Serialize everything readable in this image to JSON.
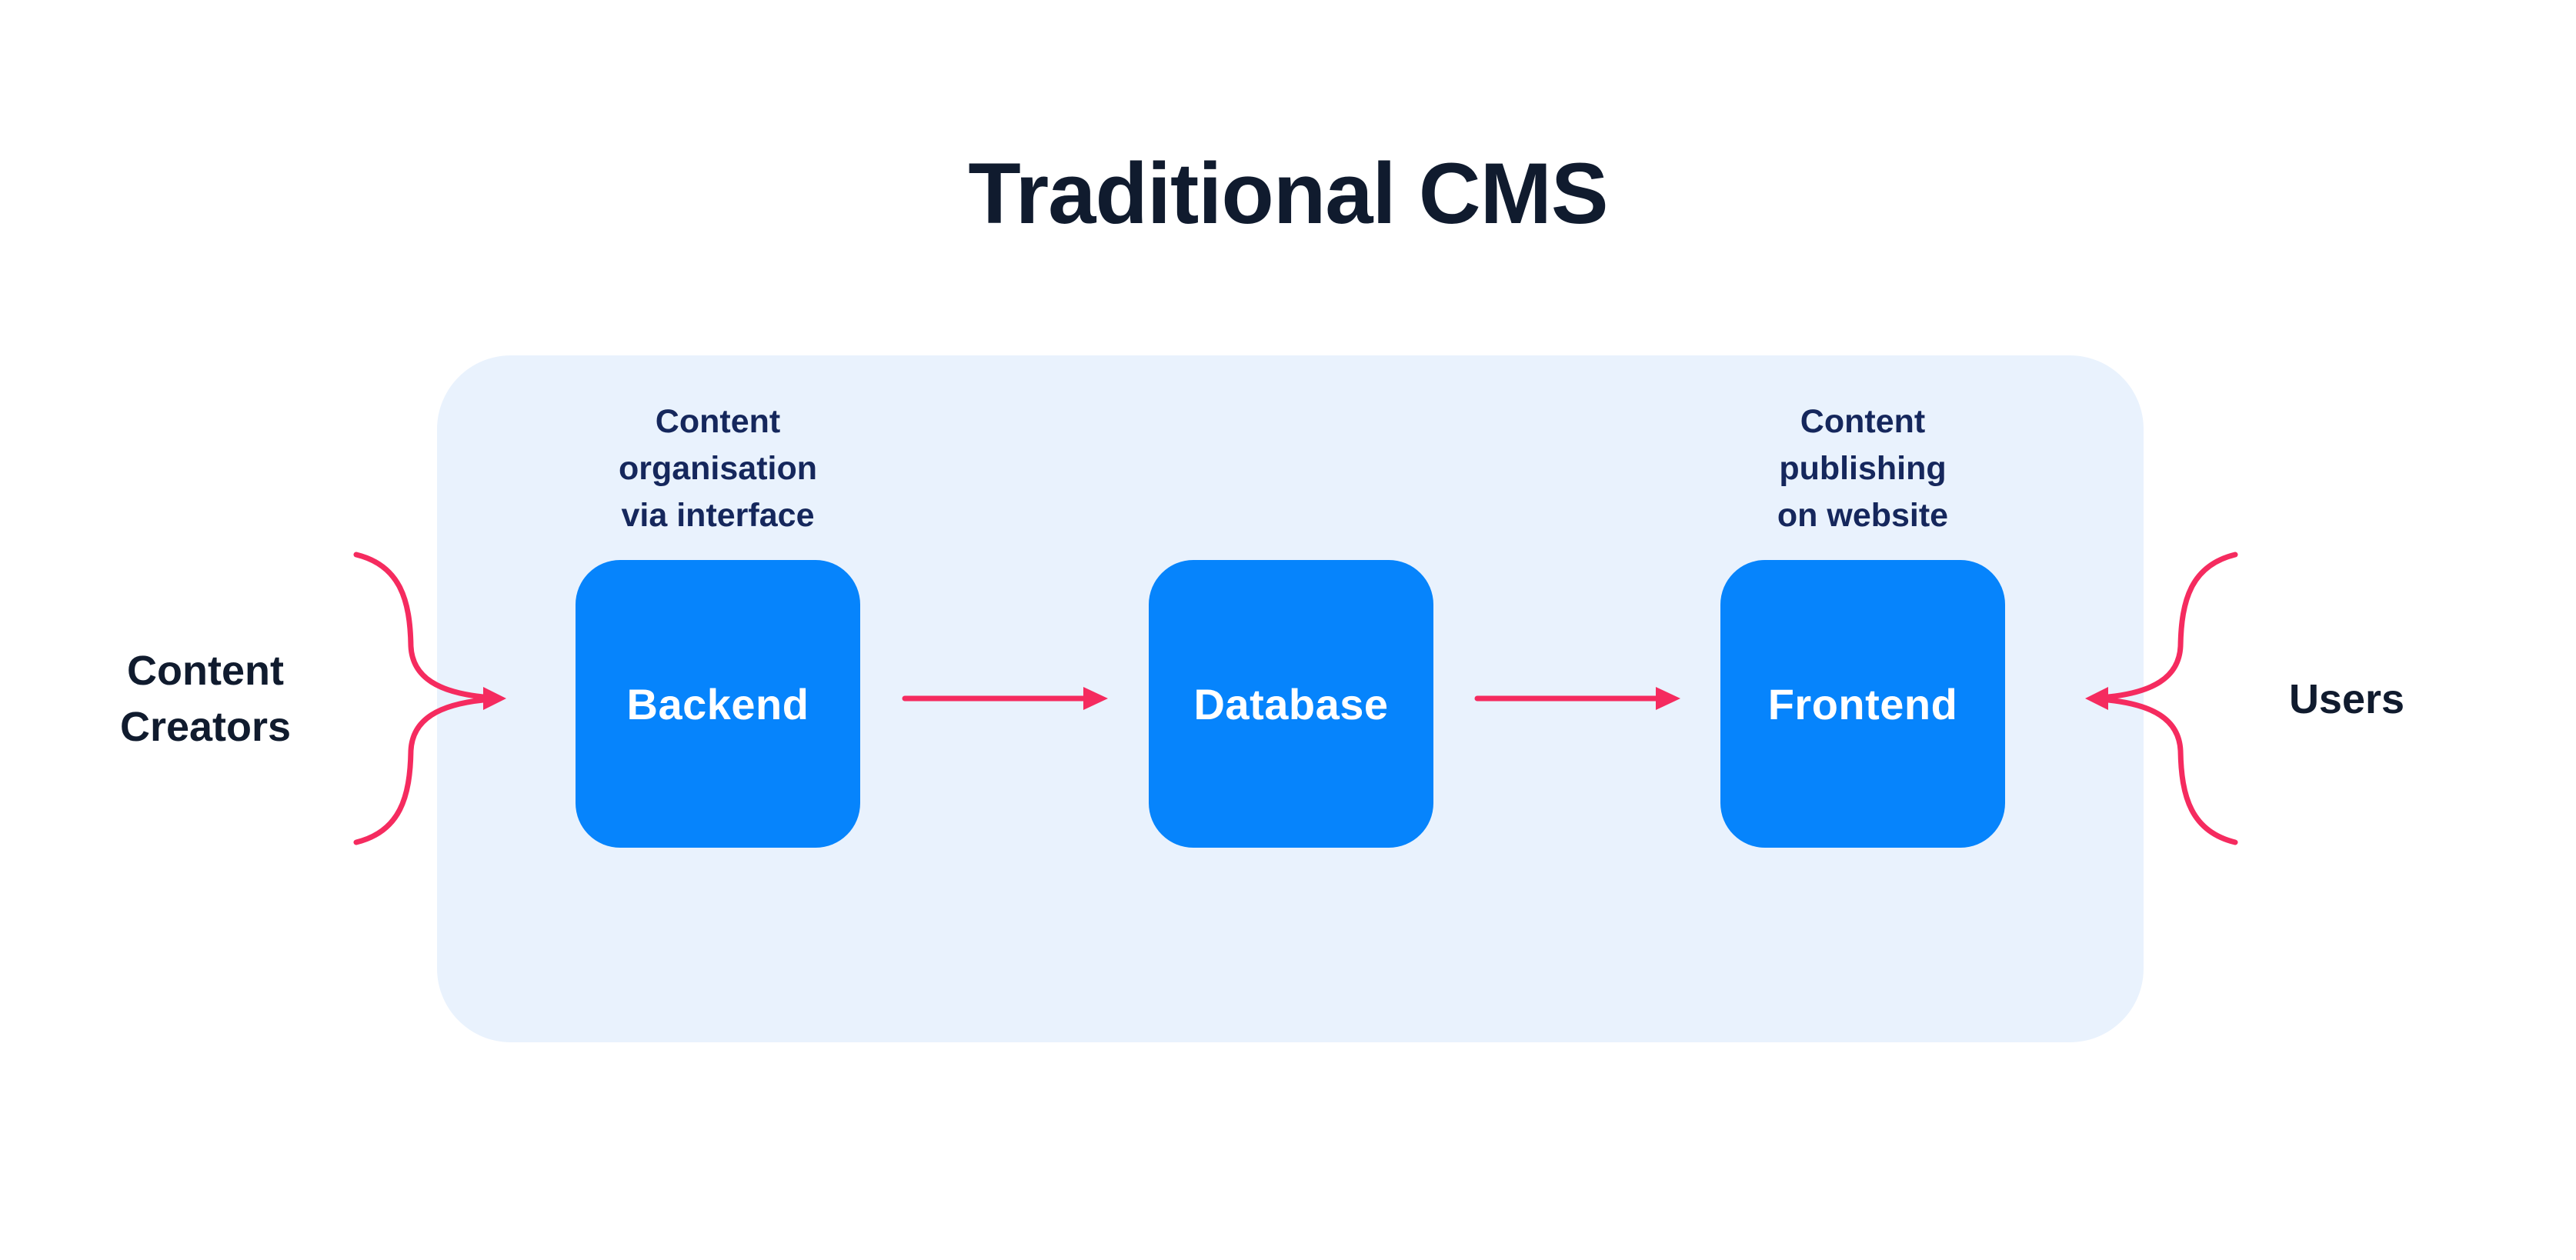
{
  "title": "Traditional CMS",
  "colors": {
    "background": "#ffffff",
    "panel_bg": "#e9f2fd",
    "node_bg": "#0684fc",
    "node_text": "#ffffff",
    "heading_text": "#101b2e",
    "note_text": "#15275c",
    "arrow": "#f52b5f"
  },
  "left_actor": {
    "label": "Content\nCreators"
  },
  "right_actor": {
    "label": "Users"
  },
  "nodes": [
    {
      "label": "Backend",
      "note": "Content\norganisation\nvia interface"
    },
    {
      "label": "Database",
      "note": ""
    },
    {
      "label": "Frontend",
      "note": "Content\npublishing\non website"
    }
  ]
}
